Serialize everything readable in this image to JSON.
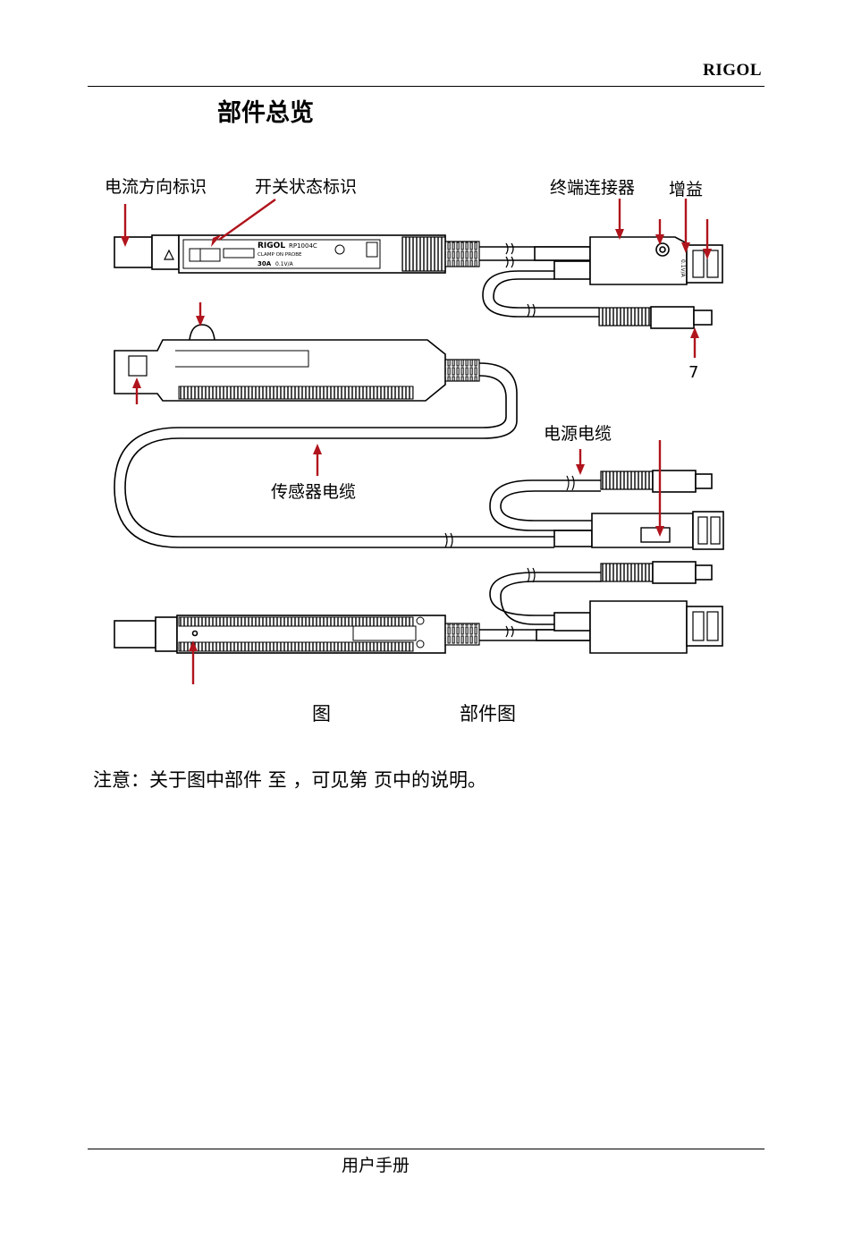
{
  "header": {
    "brand": "RIGOL"
  },
  "section": {
    "title": "部件总览"
  },
  "labels": {
    "current_direction_mark": "电流方向标识",
    "switch_status_mark": "开关状态标识",
    "terminal_connector": "终端连接器",
    "gain": "增益",
    "part_7": "7",
    "power_cable": "电源电缆",
    "sensor_cable": "传感器电缆"
  },
  "probe": {
    "brand": "RIGOL",
    "model": "RP1004C",
    "type": "CLAMP ON PROBE",
    "range": "30A",
    "ratio": "0.1V/A",
    "ratio_conn": "0.1V/A"
  },
  "figure": {
    "caption_prefix": "图",
    "caption_text": "部件图"
  },
  "note": {
    "text": "注意：关于图中部件 至 ，可见第 页中的说明。"
  },
  "footer": {
    "text": "用户手册"
  },
  "colors": {
    "arrow": "#b0141c",
    "line": "#000000"
  }
}
